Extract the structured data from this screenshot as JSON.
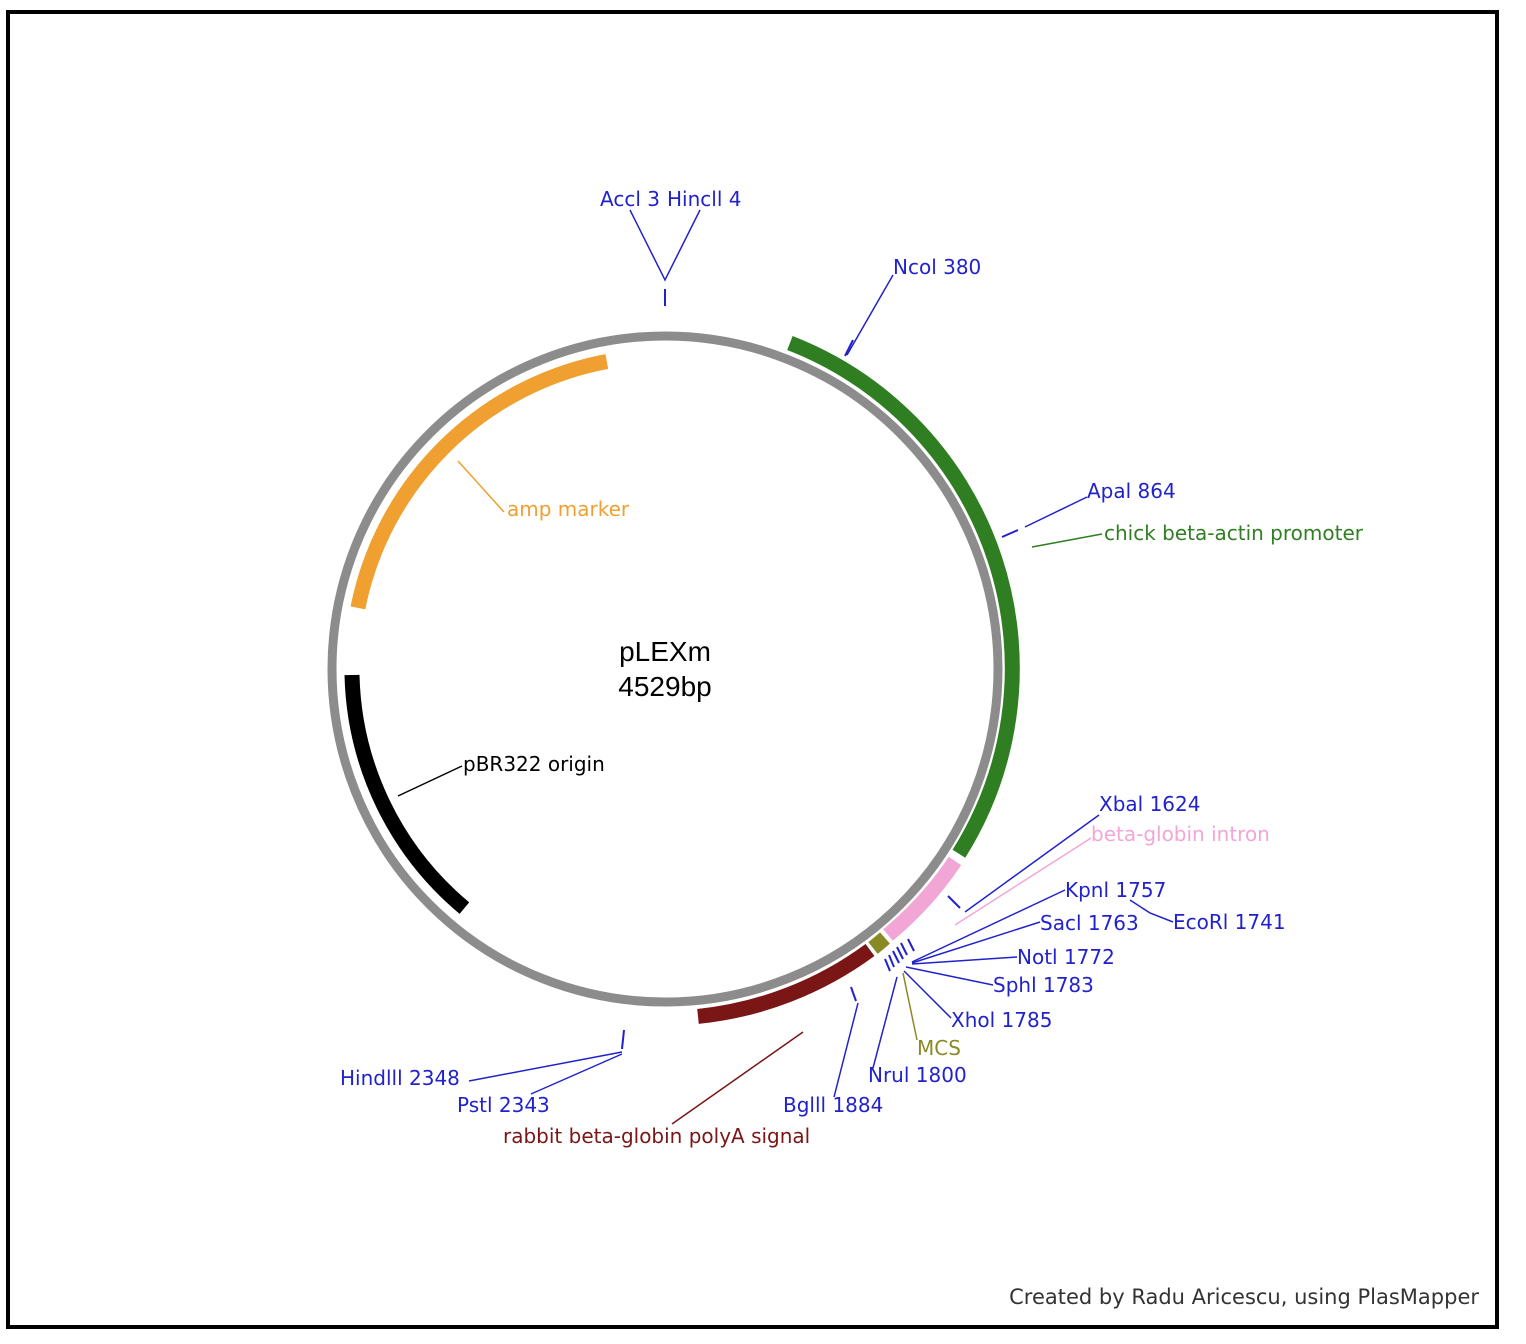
{
  "plasmid": {
    "name": "pLEXm",
    "size_label": "4529bp",
    "size_bp": 4529
  },
  "credit": "Created by Radu Aricescu, using PlasMapper",
  "colors": {
    "backbone": "#8c8c8c",
    "enzyme": "#2222cc",
    "amp": "#f0a030",
    "origin": "#000000",
    "promoter": "#2f7f22",
    "intron": "#f2a6d6",
    "mcs": "#8a8a24",
    "polyA": "#7a1616",
    "frame": "#000000"
  },
  "features": [
    {
      "id": "amp",
      "label": "amp marker",
      "color": "#f0a030"
    },
    {
      "id": "origin",
      "label": "pBR322 origin",
      "color": "#000000"
    },
    {
      "id": "promoter",
      "label": "chick beta-actin promoter",
      "color": "#2f7f22"
    },
    {
      "id": "intron",
      "label": "beta-globin intron",
      "color": "#f2a6d6"
    },
    {
      "id": "mcs",
      "label": "MCS",
      "color": "#8a8a24"
    },
    {
      "id": "polyA",
      "label": "rabbit beta-globin polyA signal",
      "color": "#7a1616"
    }
  ],
  "sites": [
    {
      "id": "accl",
      "label": "Accl 3"
    },
    {
      "id": "hincll",
      "label": "Hincll 4"
    },
    {
      "id": "ncol",
      "label": "Ncol 380"
    },
    {
      "id": "apal",
      "label": "Apal 864"
    },
    {
      "id": "xbal",
      "label": "Xbal 1624"
    },
    {
      "id": "kpnl",
      "label": "Kpnl 1757"
    },
    {
      "id": "ecori",
      "label": "EcoRl 1741"
    },
    {
      "id": "sacl",
      "label": "Sacl 1763"
    },
    {
      "id": "notl",
      "label": "Notl 1772"
    },
    {
      "id": "sphl",
      "label": "Sphl 1783"
    },
    {
      "id": "xhol",
      "label": "Xhol 1785"
    },
    {
      "id": "nrul",
      "label": "Nrul 1800"
    },
    {
      "id": "bglll",
      "label": "Bglll 1884"
    },
    {
      "id": "hindlll",
      "label": "Hindlll 2348"
    },
    {
      "id": "pstl",
      "label": "Pstl 2343"
    }
  ]
}
